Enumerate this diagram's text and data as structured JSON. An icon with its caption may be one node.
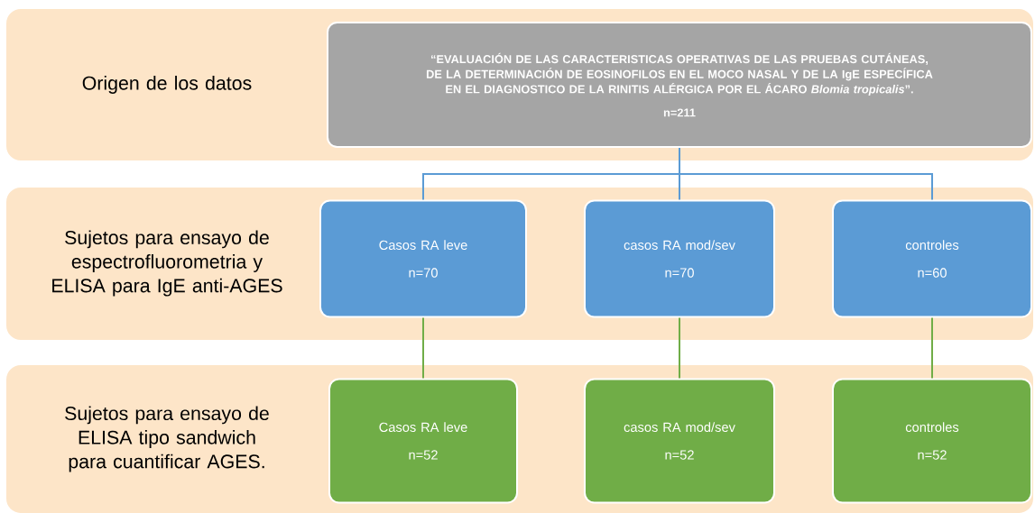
{
  "diagram": {
    "nodes": [
      {
        "text": [
          "Origen de los datos"
        ]
      },
      {
        "text": [
          "“EVALUACIÓN DE LAS CARACTERISTICAS OPERATIVAS DE LAS PRUEBAS CUTÁNEAS, DE LA DETERMINACIÓN DE EOSINOFILOS EN EL MOCO NASAL Y DE LA IgE ESPECÍFICA EN EL DIAGNOSTICO DE LA RINITIS ALÉRGICA POR EL ÁCARO *Blomia tropicalis*”.",
          "n=211"
        ],
        "in": 0
      },
      {
        "text": [
          "Sujetos para ensayo de espectrofluorometria y ELISA para IgE anti-AGES"
        ]
      },
      {
        "text": [
          "Casos RA leve",
          "n=70"
        ],
        "in": 2
      },
      {
        "text": [
          "casos RA mod/sev",
          "n=70"
        ],
        "in": 2
      },
      {
        "text": [
          "controles",
          "n=60"
        ],
        "in": 2
      },
      {
        "text": [
          "Sujetos para ensayo de ELISA tipo sandwich para cuantificar AGES."
        ]
      },
      {
        "text": [
          "Casos RA leve",
          "n=52"
        ],
        "in": 6
      },
      {
        "text": [
          "casos RA mod/sev",
          "n=52"
        ],
        "in": 6
      },
      {
        "text": [
          "controles",
          "n=52"
        ],
        "in": 6
      }
    ],
    "edges": [
      {
        "from": 1,
        "to": 3,
        "arrow": "none",
        "color": "#5b9bd5"
      },
      {
        "from": 1,
        "to": 4,
        "arrow": "none",
        "color": "#5b9bd5"
      },
      {
        "from": 1,
        "to": 5,
        "arrow": "none",
        "color": "#5b9bd5"
      },
      {
        "from": 3,
        "to": 7,
        "arrow": "none",
        "color": "#70ad47"
      },
      {
        "from": 4,
        "to": 8,
        "arrow": "none",
        "color": "#70ad47"
      },
      {
        "from": 5,
        "to": 9,
        "arrow": "none",
        "color": "#70ad47"
      }
    ]
  }
}
